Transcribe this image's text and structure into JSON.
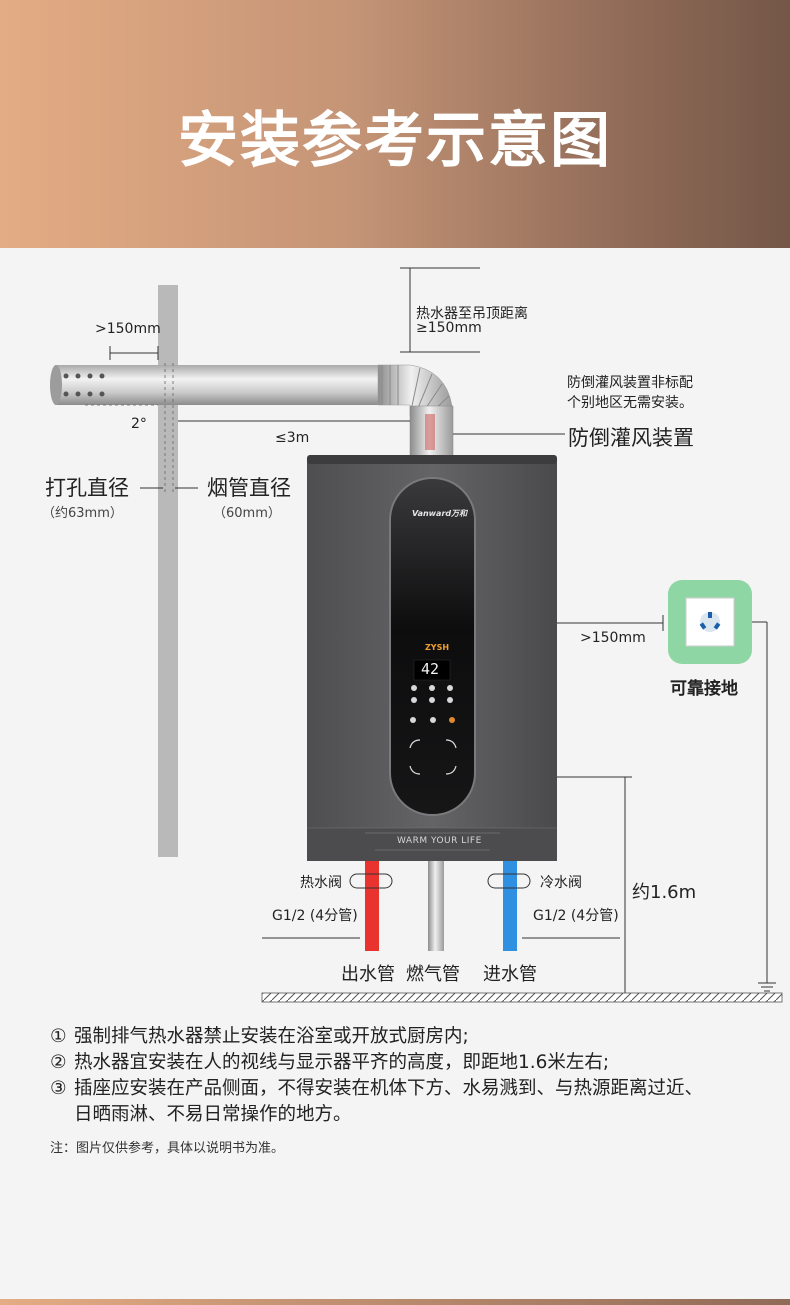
{
  "header": {
    "title": "安装参考示意图"
  },
  "diagram": {
    "wall_gap_label": ">150mm",
    "angle_label": "2°",
    "ceiling_label_line1": "热水器至吊顶距离",
    "ceiling_label_line2": "≥150mm",
    "flue_length_label": "≤3m",
    "anti_backflow_note_line1": "防倒灌风装置非标配",
    "anti_backflow_note_line2": "个别地区无需安装。",
    "anti_backflow_label": "防倒灌风装置",
    "hole_diameter_label": "打孔直径",
    "hole_diameter_value": "（约63mm）",
    "flue_diameter_label": "烟管直径",
    "flue_diameter_value": "（60mm）",
    "brand_text": "Vanward万和",
    "display_value": "42",
    "display_mode": "ZYSH",
    "slogan": "WARM YOUR LIFE",
    "socket_gap_label": ">150mm",
    "socket_label": "可靠接地",
    "height_label": "约1.6m",
    "hot_valve_label": "热水阀",
    "cold_valve_label": "冷水阀",
    "hot_pipe_size": "G1/2 (4分管)",
    "cold_pipe_size": "G1/2 (4分管)",
    "outlet_pipe_label": "出水管",
    "gas_pipe_label": "燃气管",
    "inlet_pipe_label": "进水管",
    "colors": {
      "hot": "#e8332e",
      "cold": "#2f8fe0",
      "socket_bg": "#8fd6a5",
      "heater_body": "#5a5a5c"
    }
  },
  "notes": {
    "item1_num": "①",
    "item1": "强制排气热水器禁止安装在浴室或开放式厨房内;",
    "item2_num": "②",
    "item2": "热水器宜安装在人的视线与显示器平齐的高度，即距地1.6米左右;",
    "item3_num": "③",
    "item3_line1": "插座应安装在产品侧面，不得安装在机体下方、水易溅到、与热源距离过近、",
    "item3_line2": "日晒雨淋、不易日常操作的地方。",
    "footnote": "注：图片仅供参考，具体以说明书为准。"
  }
}
